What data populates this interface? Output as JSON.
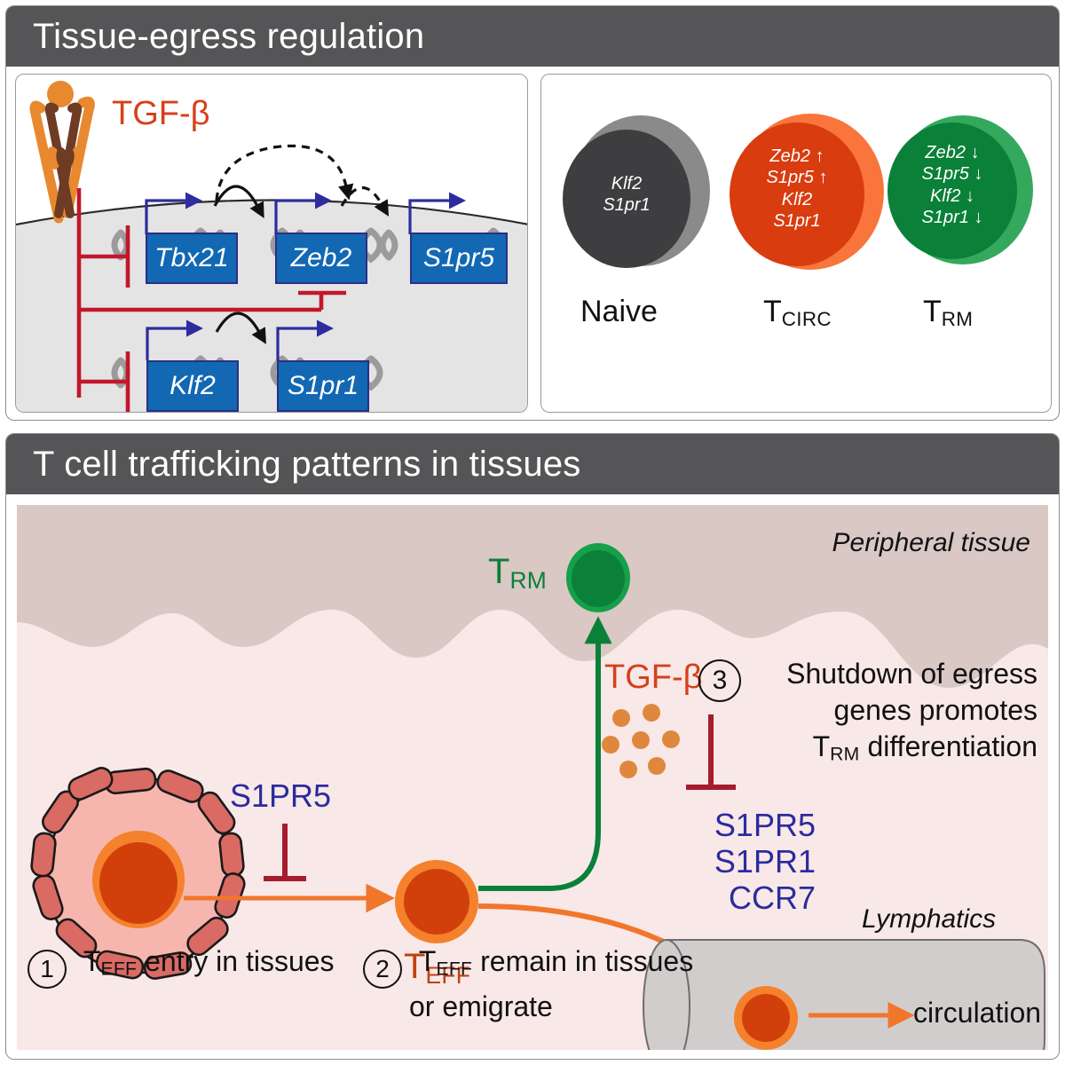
{
  "panels": {
    "top": {
      "title": "Tissue-egress regulation"
    },
    "bottom": {
      "title": "T cell trafficking patterns in tissues"
    }
  },
  "top_left": {
    "ligand_label": "TGF-β",
    "genes": [
      {
        "name": "Tbx21"
      },
      {
        "name": "Zeb2"
      },
      {
        "name": "S1pr5"
      },
      {
        "name": "Klf2"
      },
      {
        "name": "S1pr1"
      }
    ]
  },
  "top_right": {
    "cells": [
      {
        "label": "Naive",
        "label_sub": "",
        "outer_color": "#8a8a8a",
        "inner_color": "#3e3e40",
        "genes": [
          "Klf2",
          "S1pr1"
        ]
      },
      {
        "label": "T",
        "label_sub": "CIRC",
        "outer_color": "#f9753c",
        "inner_color": "#d83c0f",
        "genes": [
          "Zeb2 ↑",
          "S1pr5 ↑",
          "Klf2",
          "S1pr1"
        ]
      },
      {
        "label": "T",
        "label_sub": "RM",
        "outer_color": "#34a95e",
        "inner_color": "#0a8038",
        "genes": [
          "Zeb2 ↓",
          "S1pr5 ↓",
          "Klf2 ↓",
          "S1pr1 ↓"
        ]
      }
    ]
  },
  "bottom": {
    "tissue_label": "Peripheral tissue",
    "lymphatics_label": "Lymphatics",
    "trm_label": "T",
    "trm_label_sub": "RM",
    "teff_label": "T",
    "teff_label_sub": "EFF",
    "tgfb_label": "TGF-β",
    "receptor_top": "S1PR5",
    "egress_receptors": [
      "S1PR5",
      "S1PR1",
      "CCR7"
    ],
    "circulation_label": "circulation",
    "steps": [
      {
        "num": "1",
        "lines": [
          "T|EFF| entry in tissues"
        ]
      },
      {
        "num": "2",
        "lines": [
          "T|EFF| remain in tissues",
          "or emigrate"
        ]
      },
      {
        "num": "3",
        "lines": [
          "Shutdown of egress",
          "genes promotes",
          "T|RM| differentiation"
        ]
      }
    ]
  },
  "colors": {
    "header_gray": "#555557",
    "gene_blue": "#1268b3",
    "gene_border": "#2d2d86",
    "inhibit_red": "#c2172b",
    "orange": "#f1762c",
    "deep_orange": "#d1400a",
    "green": "#0a8038",
    "navy": "#2b2b9e",
    "tissue_dark": "#d9c8c4",
    "tissue_light": "#f8e8e7",
    "vessel_gray": "#d2cdcd"
  }
}
